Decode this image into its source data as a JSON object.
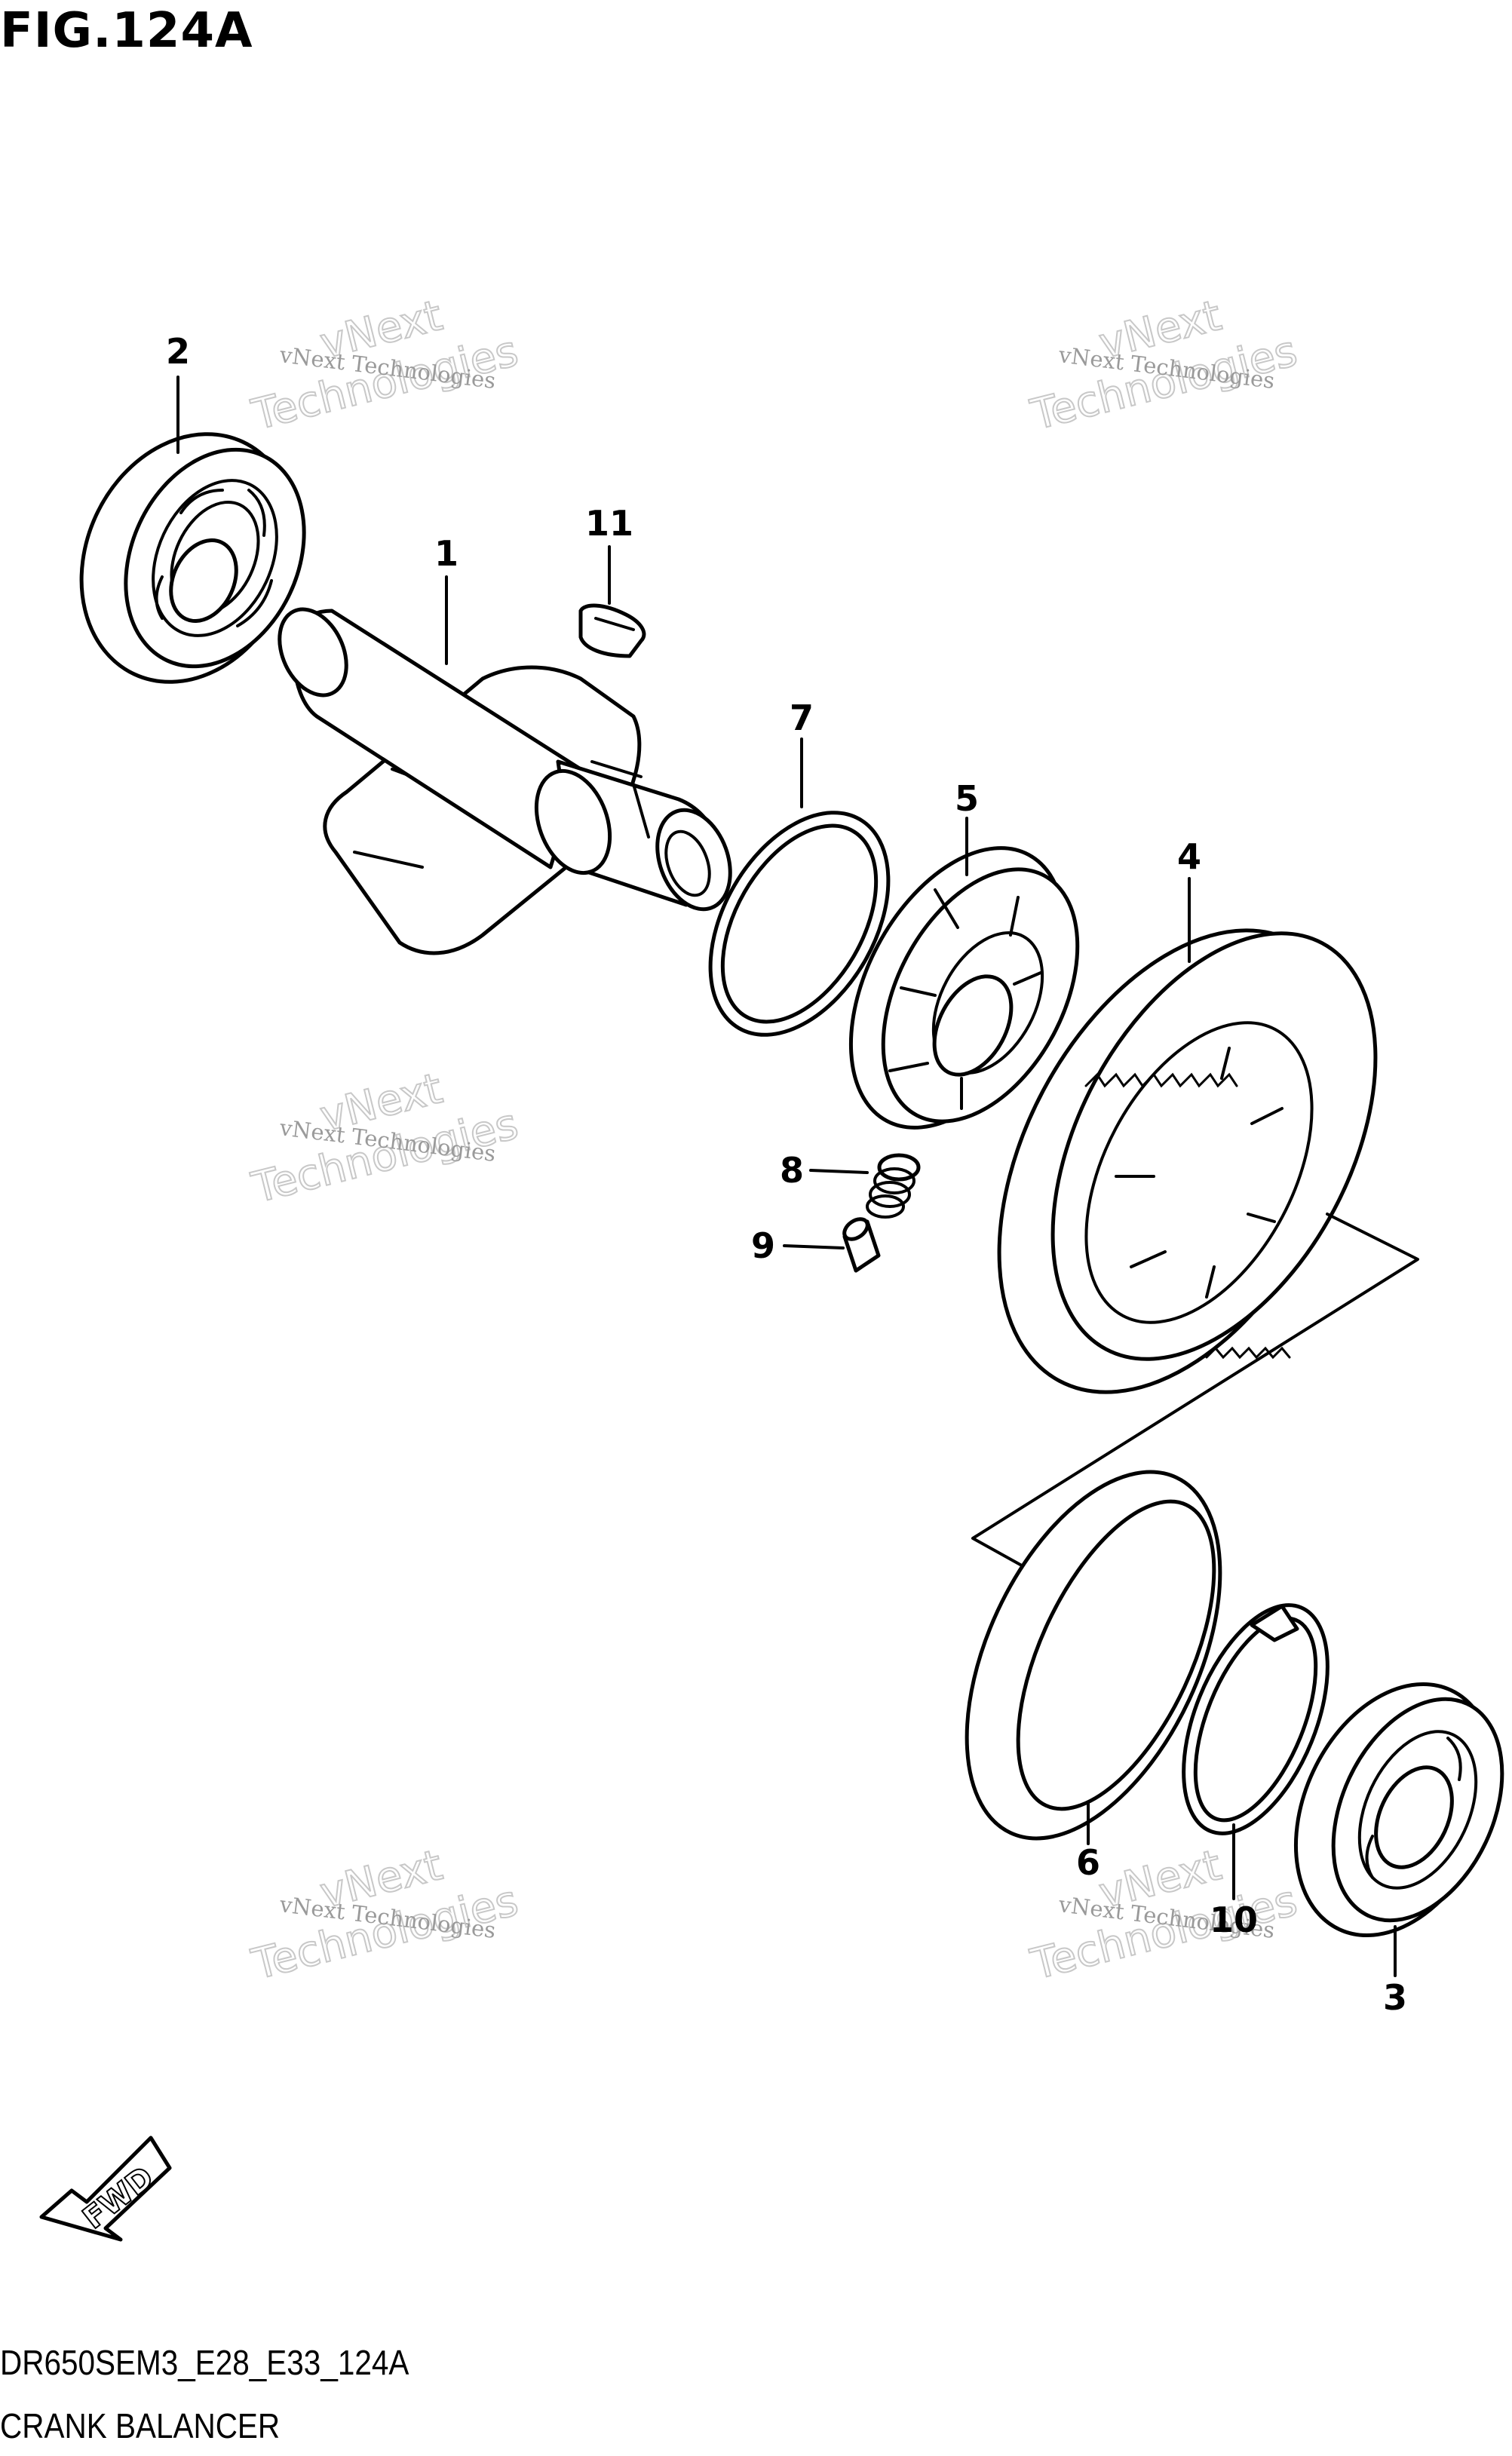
{
  "figure": {
    "title": "FIG.124A",
    "code": "DR650SEM3_E28_E33_124A",
    "description": "CRANK BALANCER"
  },
  "callouts": [
    "1",
    "2",
    "3",
    "4",
    "5",
    "6",
    "7",
    "8",
    "9",
    "10",
    "11"
  ],
  "watermark": {
    "line1": "vNext Technologies",
    "line2": "vNext",
    "line3": "Technologies"
  },
  "fwd_label": "FWD",
  "colors": {
    "ink": "#000000",
    "watermark": "#b0b0b0",
    "background": "#ffffff"
  }
}
